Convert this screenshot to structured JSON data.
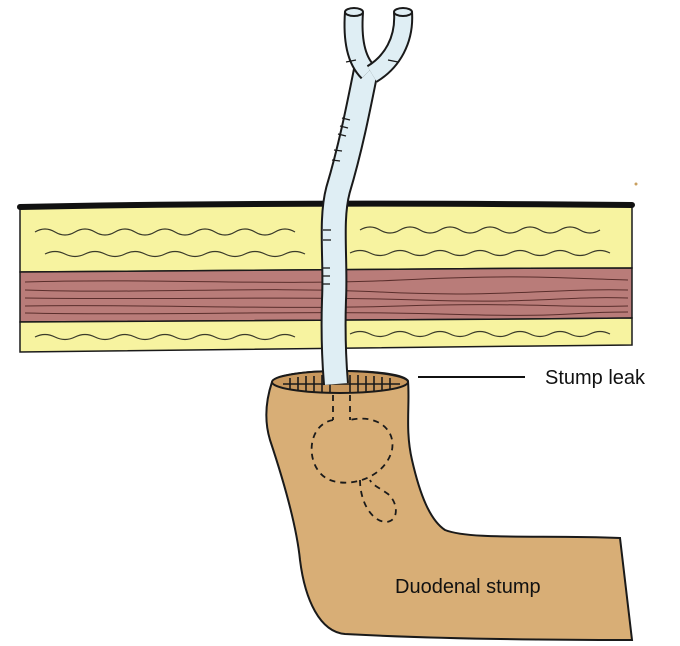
{
  "labels": {
    "stump_leak": "Stump leak",
    "duodenal_stump": "Duodenal stump"
  },
  "colors": {
    "fat": "#f7f3a0",
    "muscle": "#b97c79",
    "stump": "#d8ae76",
    "tube": "#dfeef4",
    "outline": "#1a1a1a",
    "background": "#ffffff"
  },
  "icons": {
    "drain_tube": "y-shaped-drain-tube",
    "tissue_layers": "abdominal-wall-layers",
    "stump": "duodenal-stump-shape"
  }
}
